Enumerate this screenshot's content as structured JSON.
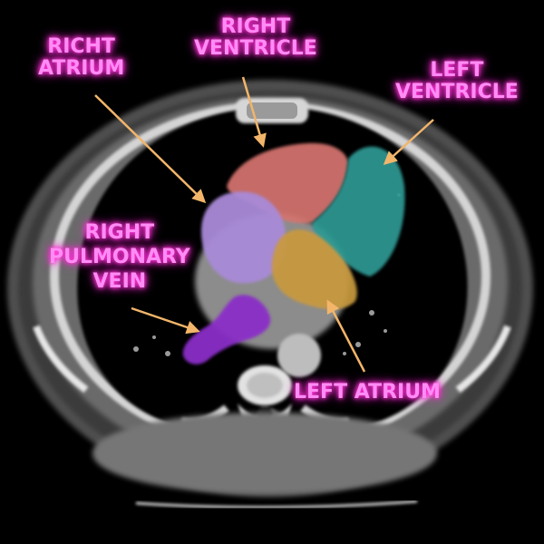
{
  "image": {
    "description_colors": {
      "background": "#000000",
      "bone": "#d9d9d9",
      "fat": "#5a5a5a",
      "muscle": "#8a8a8a",
      "mediastinum": "#8f8f8f"
    }
  },
  "labels": {
    "right_atrium": [
      "RICHT",
      "ATRIUM"
    ],
    "right_ventricle": [
      "RIGHT",
      "VENTRICLE"
    ],
    "left_ventricle": [
      "LEFT",
      "VENTRICLE"
    ],
    "right_pulmonary_vein": [
      "RIGHT",
      "PULMONARY",
      "VEIN"
    ],
    "left_atrium": [
      "LEFT ATRIUM"
    ]
  },
  "colors": {
    "label_text": "#ff8cf4",
    "label_glow": "#ff2fd6",
    "arrow": "#f2b56a",
    "right_atrium": "#a98ad8",
    "right_ventricle": "#d7746f",
    "left_ventricle": "#2f9a94",
    "left_atrium": "#c99a3c",
    "right_pulmonary_vein": "#8a2fc8"
  }
}
